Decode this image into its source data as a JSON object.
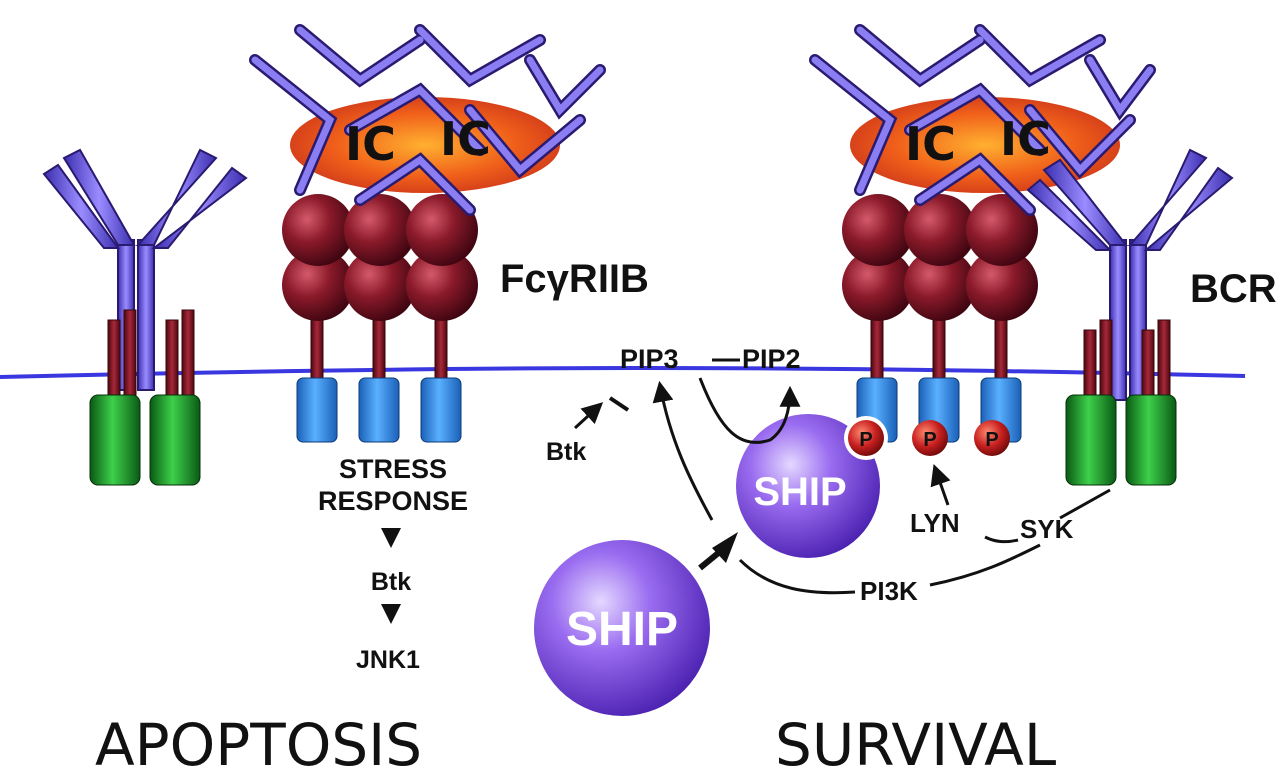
{
  "labels": {
    "apoptosis": "APOPTOSIS",
    "survival": "SURVIVAL",
    "fcgriib": "FcγRIIB",
    "bcr": "BCR",
    "ic": "IC",
    "pip3": "PIP3",
    "pip2": "PIP2",
    "btk": "Btk",
    "stress_line1": "STRESS",
    "stress_line2": "RESPONSE",
    "jnk1": "JNK1",
    "ship": "SHIP",
    "lyn": "LYN",
    "syk": "SYK",
    "pi3k": "PI3K",
    "p": "P"
  },
  "colors": {
    "membrane": "#3a36e0",
    "antibody_light": "#8a7ef2",
    "antibody_dark": "#3c2fb0",
    "antibody_outline": "#2a1a70",
    "immune_complex": "#e8461a",
    "receptor_ball": "#8b1a2a",
    "receptor_stem": "#6e1018",
    "itim_cylinder": "#2f8ee0",
    "itam_cylinder": "#1e9a2a",
    "ship_sphere": "#8a5ce8",
    "phospho": "#c02020"
  }
}
